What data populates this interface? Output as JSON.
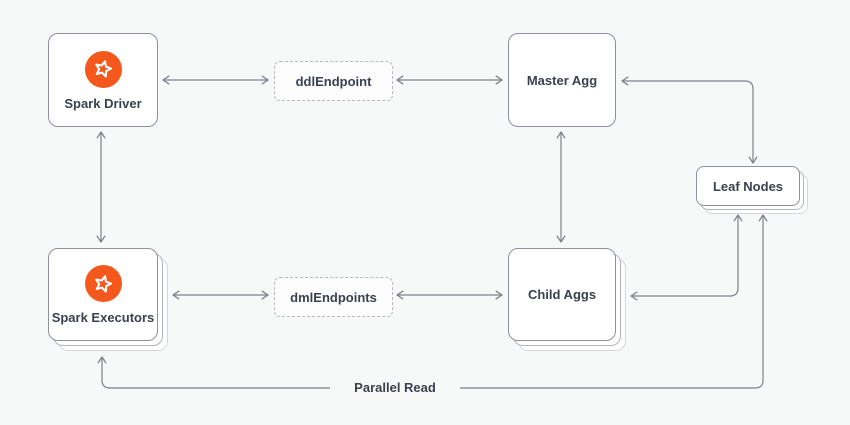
{
  "nodes": {
    "spark_driver": {
      "label": "Spark Driver",
      "icon": "spark-star-icon"
    },
    "ddl_endpoint": {
      "label": "ddlEndpoint"
    },
    "master_agg": {
      "label": "Master Agg"
    },
    "leaf_nodes": {
      "label": "Leaf Nodes"
    },
    "spark_executors": {
      "label": "Spark Executors",
      "icon": "spark-star-icon"
    },
    "dml_endpoints": {
      "label": "dmlEndpoints"
    },
    "child_aggs": {
      "label": "Child Aggs"
    }
  },
  "edge_labels": {
    "parallel_read": "Parallel Read"
  },
  "colors": {
    "background": "#f7f8f8",
    "node_background": "#ffffff",
    "node_border": "#8f909b",
    "dashed_border": "#b7b8c2",
    "arrow": "#7f8089",
    "text": "#3b414d",
    "icon_orange": "#f5581d",
    "icon_glyph": "#ffffff"
  }
}
